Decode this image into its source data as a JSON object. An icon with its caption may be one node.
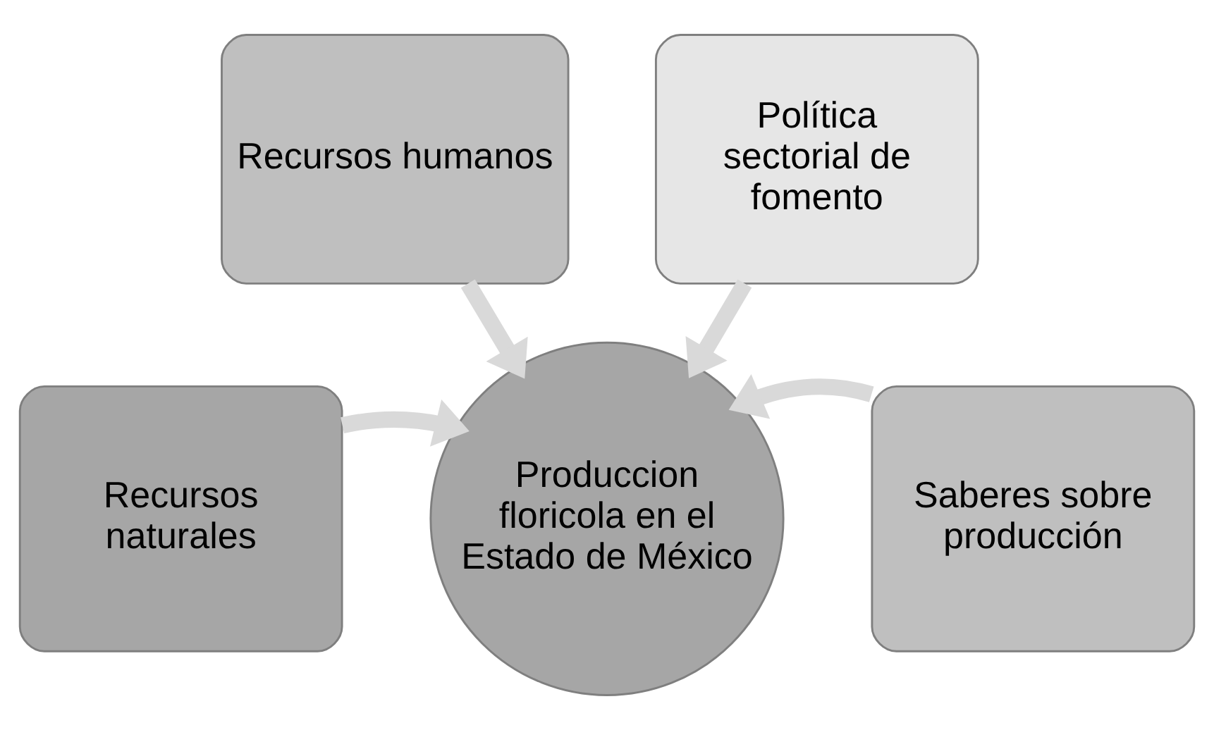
{
  "diagram": {
    "nodes": [
      {
        "text": [
          "Recursos naturales"
        ]
      },
      {
        "text": [
          "Recursos humanos"
        ]
      },
      {
        "text": [
          "Política sectorial de fomento"
        ]
      },
      {
        "text": [
          "Saberes sobre producción"
        ]
      },
      {
        "text": [
          "Produccion floricola en el Estado de México"
        ]
      }
    ],
    "edges": [
      {
        "from": 0,
        "to": 4,
        "arrow": "to"
      },
      {
        "from": 1,
        "to": 4,
        "arrow": "to"
      },
      {
        "from": 2,
        "to": 4,
        "arrow": "to"
      },
      {
        "from": 3,
        "to": 4,
        "arrow": "to"
      }
    ]
  }
}
